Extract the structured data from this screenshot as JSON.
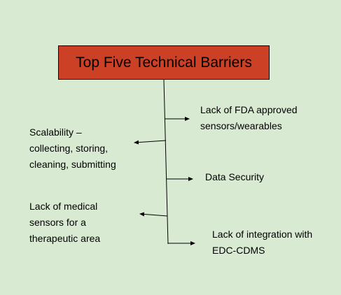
{
  "title": "Top Five Technical Barriers",
  "barriers": [
    {
      "lines": [
        "Lack of FDA approved",
        "sensors/wearables"
      ]
    },
    {
      "lines": [
        "Scalability –",
        "collecting, storing,",
        "cleaning, submitting"
      ]
    },
    {
      "lines": [
        "Data Security"
      ]
    },
    {
      "lines": [
        "Lack of medical",
        "sensors for a",
        "therapeutic area"
      ]
    },
    {
      "lines": [
        "Lack of integration with",
        "EDC-CDMS"
      ]
    }
  ],
  "colors": {
    "background": "#d9ead3",
    "title_box": "#cc4125",
    "line": "#000000"
  }
}
